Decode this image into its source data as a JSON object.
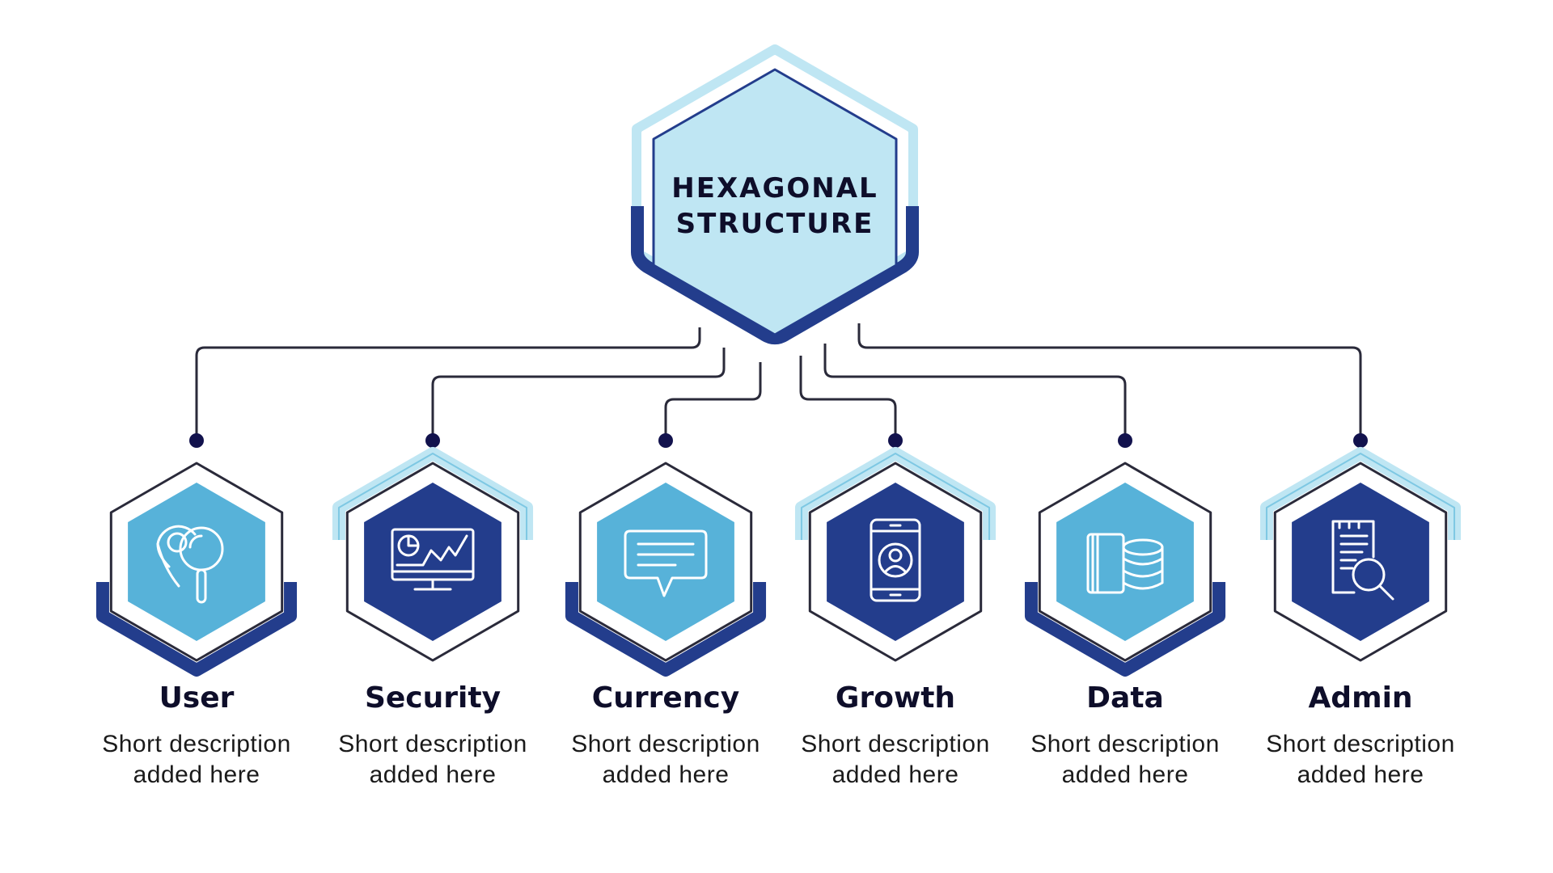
{
  "center": {
    "title_line1": "HEXAGONAL",
    "title_line2": "STRUCTURE"
  },
  "nodes": [
    {
      "title": "User",
      "desc_line1": "Short description",
      "desc_line2": "added here",
      "icon": "location-search-icon",
      "theme": "light"
    },
    {
      "title": "Security",
      "desc_line1": "Short description",
      "desc_line2": "added here",
      "icon": "monitor-chart-icon",
      "theme": "dark"
    },
    {
      "title": "Currency",
      "desc_line1": "Short description",
      "desc_line2": "added here",
      "icon": "chat-bubble-icon",
      "theme": "light"
    },
    {
      "title": "Growth",
      "desc_line1": "Short description",
      "desc_line2": "added here",
      "icon": "smartphone-user-icon",
      "theme": "dark"
    },
    {
      "title": "Data",
      "desc_line1": "Short description",
      "desc_line2": "added here",
      "icon": "card-coins-icon",
      "theme": "light"
    },
    {
      "title": "Admin",
      "desc_line1": "Short description",
      "desc_line2": "added here",
      "icon": "document-search-icon",
      "theme": "dark"
    }
  ],
  "colors": {
    "navy": "#233d8c",
    "dark_fill": "#233d8c",
    "light_fill": "#57b2d9",
    "pale": "#bfe6f3",
    "pale_border": "#a7dcef",
    "dot": "#12124d",
    "line": "#2a2a3a"
  }
}
